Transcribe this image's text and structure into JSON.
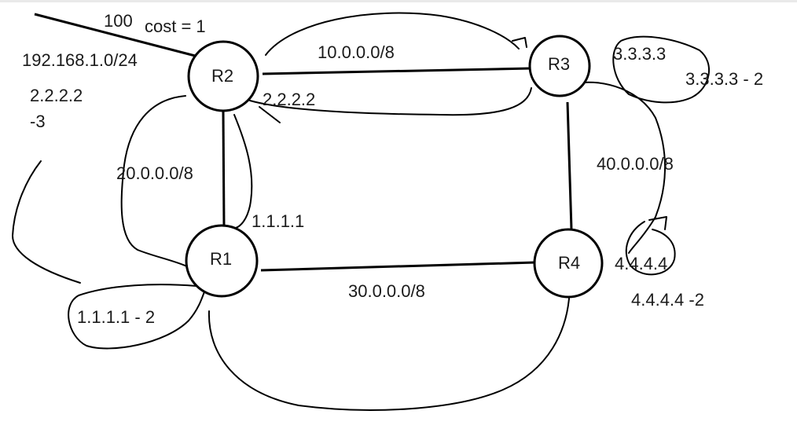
{
  "routers": {
    "r1": "R1",
    "r2": "R2",
    "r3": "R3",
    "r4": "R4"
  },
  "links": {
    "r2_r3": "10.0.0.0/8",
    "r2_r1": "20.0.0.0/8",
    "r1_r4": "30.0.0.0/8",
    "r3_r4": "40.0.0.0/8"
  },
  "annotations": {
    "uplink_metric": "100",
    "cost": "cost = 1",
    "lan_subnet": "192.168.1.0/24",
    "r2_id": "2.2.2.2",
    "r2_id_dash": "-3",
    "r2_id_near": "2.2.2.2",
    "r1_id": "1.1.1.1",
    "r1_id_cost": "1.1.1.1 - 2",
    "r3_id": "3.3.3.3",
    "r3_id_cost": "3.3.3.3 - 2",
    "r4_id": "4.4.4.4",
    "r4_id_cost": "4.4.4.4 -2"
  }
}
